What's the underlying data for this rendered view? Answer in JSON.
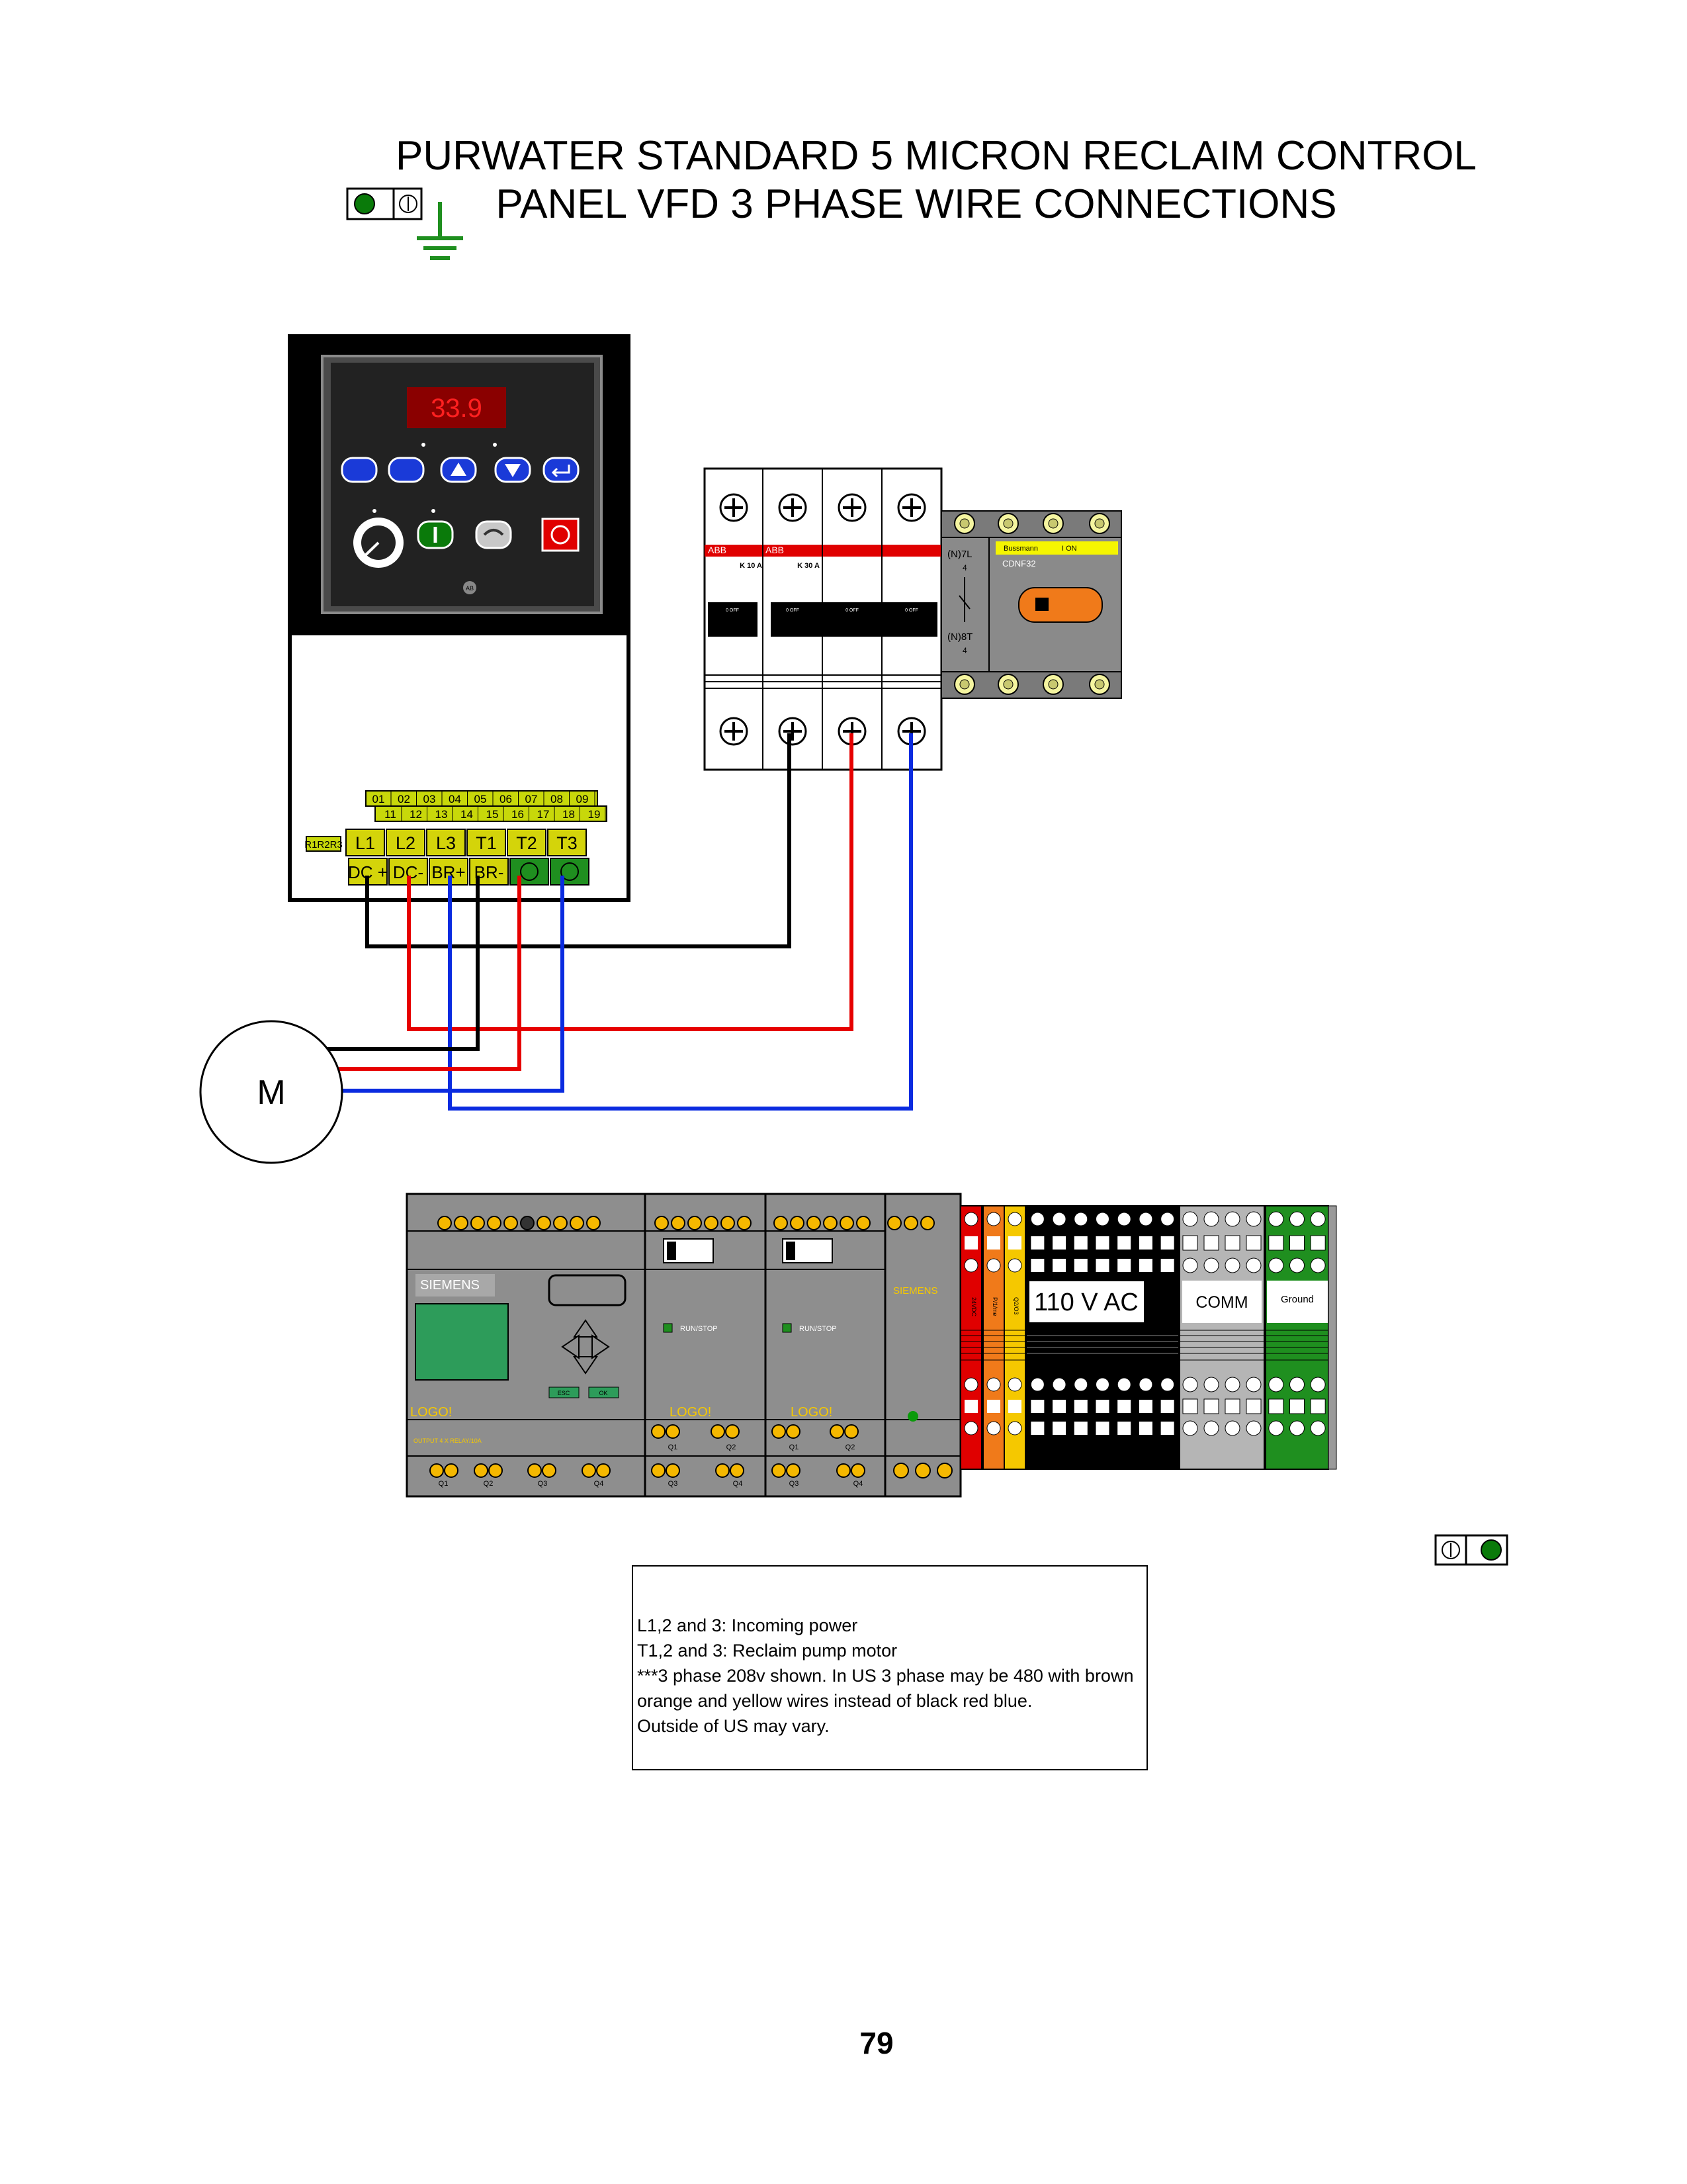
{
  "title": {
    "line1": "PURWATER STANDARD 5 MICRON RECLAIM  CONTROL",
    "line2": "PANEL VFD 3 PHASE WIRE CONNECTIONS"
  },
  "vfd": {
    "display": "33.9",
    "brand_mark": "AB",
    "control_terminals_top": [
      "01",
      "02",
      "03",
      "04",
      "05",
      "06",
      "07",
      "08",
      "09"
    ],
    "control_terminals_bottom": [
      "11",
      "12",
      "13",
      "14",
      "15",
      "16",
      "17",
      "18",
      "19"
    ],
    "relay_label": "R1R2R3",
    "power_terminals": [
      "L1",
      "L2",
      "L3",
      "T1",
      "T2",
      "T3"
    ],
    "dc_terminals": [
      "DC +",
      "DC-",
      "BR+",
      "BR-"
    ]
  },
  "breakers": {
    "brand": "ABB",
    "rating_1": "K 10 A",
    "rating_2": "K 30 A",
    "off_label": "0 OFF"
  },
  "contactor": {
    "left_top": "(N)7L",
    "left_top_num": "4",
    "left_bottom": "(N)8T",
    "left_bottom_num": "4",
    "brand": "Bussmann",
    "status": "I ON",
    "model": "CDNF32"
  },
  "motor": {
    "label": "M"
  },
  "plc": {
    "brand": "SIEMENS",
    "logo": "LOGO!",
    "run_stop": "RUN/STOP",
    "output_note": "OUTPUT 4 X RELAY/10A",
    "q_labels": [
      "Q1",
      "Q2",
      "Q3",
      "Q4"
    ],
    "esc": "ESC",
    "ok": "OK"
  },
  "terminal_blocks": {
    "red_label": "24VDC",
    "orange_label": "P/1/me",
    "yellow_label": "Q2/O3",
    "ac_label": "110 V AC",
    "comm_label": "COMM",
    "ground_label": "Ground"
  },
  "notes": {
    "line1": "L1,2 and 3: Incoming power",
    "line2": "T1,2 and 3: Reclaim pump motor",
    "line3": "***3 phase 208v shown.  In US 3 phase may be 480 with brown orange and yellow wires instead of black red blue.",
    "line4": "Outside of US may vary."
  },
  "page_number": "79",
  "colors": {
    "wire_black": "#000000",
    "wire_red": "#e60000",
    "wire_blue": "#0a2be0",
    "display_red": "#8a0000",
    "terminal_yellow": "#d4d40a",
    "terminal_green": "#1f8f1f",
    "led_green": "#0a7a0a"
  }
}
